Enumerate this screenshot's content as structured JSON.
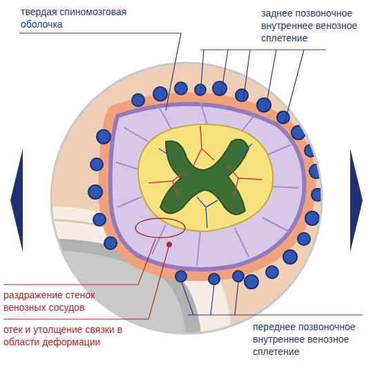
{
  "diagram": {
    "labels": [
      "твердая спиномозговая оболочка",
      "заднее позвоночное внутреннее венозное сплетение",
      "раздражение стенок венозных сосудов",
      "отек и утолщение связки в области деформации",
      "переднее позвоночное внутреннее венозное сплетение"
    ]
  }
}
